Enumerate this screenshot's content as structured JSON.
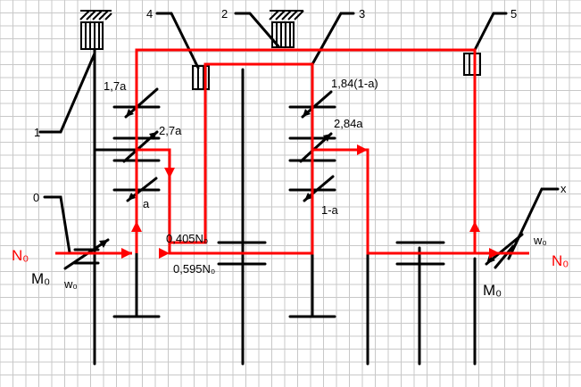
{
  "diagram": {
    "input": {
      "power_label": "N₀",
      "moment_label": "M₀",
      "omega_label": "w₀"
    },
    "output": {
      "power_label": "N₀",
      "moment_label": "M₀",
      "omega_label": "w₀"
    },
    "callouts": [
      "0",
      "1",
      "2",
      "3",
      "4",
      "5",
      "x"
    ],
    "ratios_left": [
      "1,7a",
      "2,7a",
      "a"
    ],
    "ratios_right": [
      "1,84(1-a)",
      "2,84a",
      "1-a"
    ],
    "power_split": [
      "0,405N₀",
      "0,595N₀"
    ],
    "colors": {
      "power_flow": "#ff0000",
      "mechanism": "#000000",
      "grid": "#c8c8c8"
    }
  }
}
